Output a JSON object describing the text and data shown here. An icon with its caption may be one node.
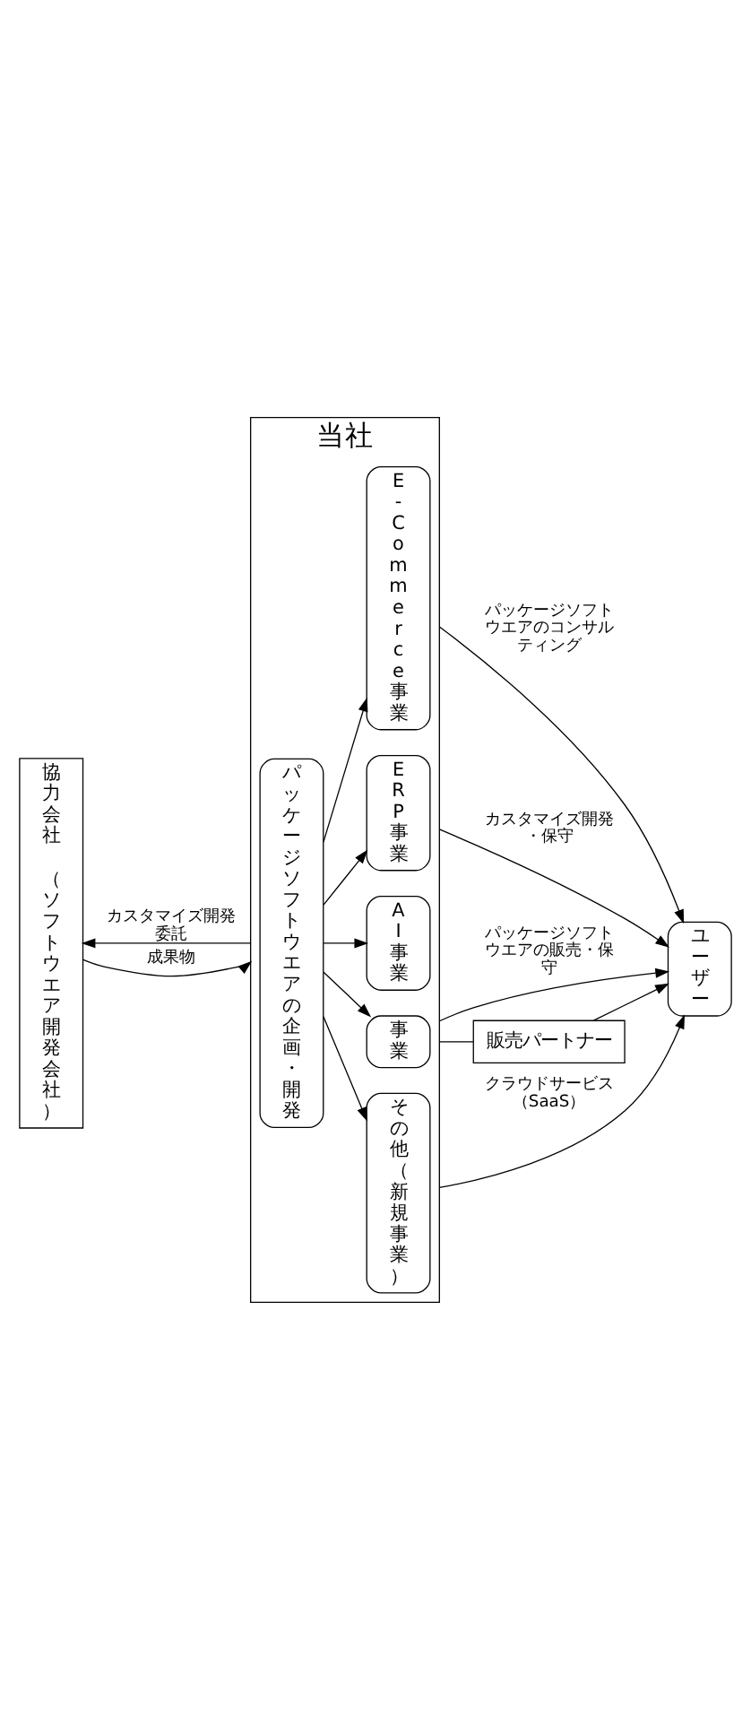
{
  "diagram": {
    "nodes": [
      {
        "text": [
          "当社"
        ]
      },
      {
        "text": [
          "パッケージソフトウエアの企画・開発"
        ],
        "in": 0
      },
      {
        "text": [
          "E-Commerce事業"
        ],
        "in": 0
      },
      {
        "text": [
          "ERP事業"
        ],
        "in": 0
      },
      {
        "text": [
          "AI事業"
        ],
        "in": 0
      },
      {
        "text": [
          "事業"
        ],
        "in": 0
      },
      {
        "text": [
          "その他（新規事業）"
        ],
        "in": 0
      },
      {
        "text": [
          "ユーザー"
        ]
      },
      {
        "text": [
          "協力会社",
          "（ソフトウエア開発会社）"
        ]
      },
      {
        "text": [
          "販売パートナー"
        ]
      }
    ],
    "edges": [
      {
        "from": 1,
        "to": 2,
        "arrow": "to"
      },
      {
        "from": 1,
        "to": 3,
        "arrow": "to"
      },
      {
        "from": 1,
        "to": 4,
        "arrow": "to"
      },
      {
        "from": 1,
        "to": 5,
        "arrow": "to"
      },
      {
        "from": 1,
        "to": 6,
        "arrow": "to"
      },
      {
        "from": 0,
        "to": 7,
        "arrow": "to",
        "label": "パッケージソフトウエアのコンサルティング"
      },
      {
        "from": 0,
        "to": 7,
        "arrow": "to",
        "label": "カスタマイズ開発・保守"
      },
      {
        "from": 0,
        "to": 8,
        "arrow": "to",
        "label": "カスタマイズ開発委託"
      },
      {
        "from": 8,
        "to": 0,
        "arrow": "to",
        "label": "成果物"
      },
      {
        "from": 0,
        "to": 7,
        "arrow": "to",
        "label": "パッケージソフトウエアの販売・保守"
      },
      {
        "from": 0,
        "to": 9,
        "arrow": "none"
      },
      {
        "from": 9,
        "to": 7,
        "arrow": "to"
      },
      {
        "from": 0,
        "to": 7,
        "arrow": "to",
        "label": "クラウドサービス（SaaS）"
      }
    ]
  }
}
